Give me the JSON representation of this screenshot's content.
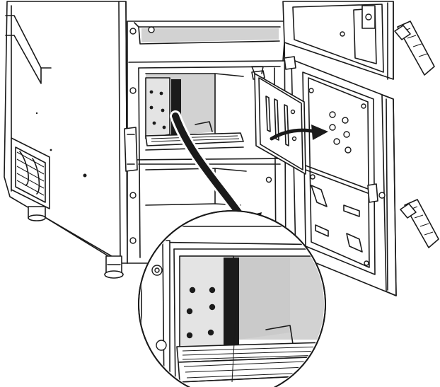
{
  "figure": {
    "type": "technical-illustration",
    "components": [
      "boiler-body",
      "upper-door",
      "lower-door",
      "door-handle-upper",
      "door-handle-lower",
      "combustion-chamber",
      "baffle-plate",
      "ash-grate",
      "flue-gas-baffle",
      "detail-magnifier",
      "removal-arrow",
      "door-swing-arrow",
      "side-vent",
      "adjustable-foot"
    ],
    "colors": {
      "line": "#1a1a1a",
      "shade": "#d2d2d2",
      "dark": "#1b1b1b",
      "background": "#ffffff"
    }
  }
}
